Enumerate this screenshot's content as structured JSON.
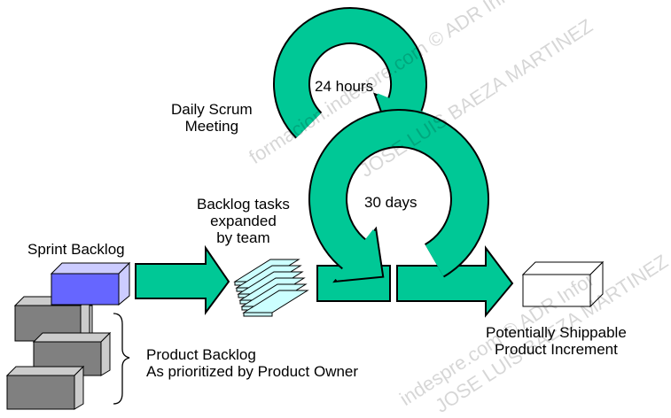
{
  "labels": {
    "daily_scrum": [
      "Daily Scrum",
      "Meeting"
    ],
    "hours": "24 hours",
    "days": "30 days",
    "backlog_tasks": [
      "Backlog tasks",
      "expanded",
      "by team"
    ],
    "sprint_backlog": "Sprint Backlog",
    "product_backlog": [
      "Product Backlog",
      "As prioritized by Product Owner"
    ],
    "increment": [
      "Potentially Shippable",
      "Product Increment"
    ]
  },
  "watermarks": [
    "formacion.indespre.com © ADR Infor",
    "JOSE LUIS BAEZA MARTINEZ",
    "indespre.com © ADR Infor",
    "JOSE LUIS BAEZA MARTINEZ"
  ],
  "colors": {
    "arrow": "#00c896",
    "sprint_box": "#6666ff",
    "backlog_box": "#808080",
    "tasks": "#ccffff"
  }
}
